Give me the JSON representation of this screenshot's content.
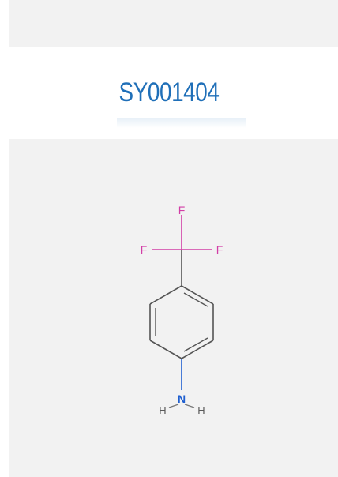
{
  "product": {
    "id": "SY001404"
  },
  "structure": {
    "atoms": {
      "f_top": "F",
      "f_left": "F",
      "f_right": "F",
      "n": "N",
      "h_left": "H",
      "h_right": "H"
    },
    "colors": {
      "fluorine": "#d23ea6",
      "nitrogen": "#1f5fd0",
      "hydrogen": "#5a5a5a",
      "bond": "#555555"
    }
  }
}
